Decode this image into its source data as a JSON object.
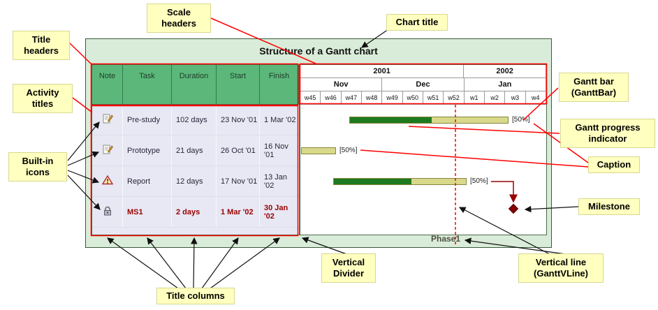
{
  "chart": {
    "title": "Structure of a Gantt chart",
    "table": {
      "headers": [
        "Note",
        "Task",
        "Duration",
        "Start",
        "Finish"
      ],
      "rows": [
        {
          "icon": "note",
          "task": "Pre-study",
          "duration": "102 days",
          "start": "23 Nov '01",
          "finish": "1 Mar '02"
        },
        {
          "icon": "note",
          "task": "Prototype",
          "duration": "21 days",
          "start": "26 Oct '01",
          "finish": "16 Nov '01"
        },
        {
          "icon": "warning",
          "task": "Report",
          "duration": "12 days",
          "start": "17 Nov '01",
          "finish": "13 Jan '02"
        },
        {
          "icon": "lock",
          "task": "MS1",
          "duration": "2 days",
          "start": "1 Mar '02",
          "finish": "30 Jan '02"
        }
      ]
    },
    "timeline": {
      "years": [
        "2001",
        "2002"
      ],
      "months": [
        "Nov",
        "Dec",
        "Jan"
      ],
      "weeks": [
        "w45",
        "w46",
        "w47",
        "w48",
        "w49",
        "w50",
        "w51",
        "w52",
        "w1",
        "w2",
        "w3",
        "w4"
      ],
      "captions": [
        "[50%]",
        "[50%]",
        "[50%]"
      ],
      "phase_label": "Phase1"
    }
  },
  "callouts": {
    "title_headers": "Title\nheaders",
    "scale_headers": "Scale\nheaders",
    "chart_title": "Chart title",
    "activity_titles": "Activity\ntitles",
    "built_in_icons": "Built-in\nicons",
    "gantt_bar": "Gantt bar\n(GanttBar)",
    "gantt_progress": "Gantt progress\nindicator",
    "caption": "Caption",
    "milestone": "Milestone",
    "vertical_divider": "Vertical\nDivider",
    "vertical_line": "Vertical line\n(GanttVLine)",
    "title_columns": "Title columns"
  },
  "colors": {
    "callout_bg": "#ffffc0",
    "annotation_red": "#ff0000",
    "header_green": "#5bb87a",
    "row_bg": "#e8e8f4",
    "bar_fill": "#d9d98c",
    "bar_progress": "#1e7a1e",
    "milestone": "#8b0000",
    "highlight_text": "#990000",
    "chart_frame": "#d9ecd9"
  }
}
